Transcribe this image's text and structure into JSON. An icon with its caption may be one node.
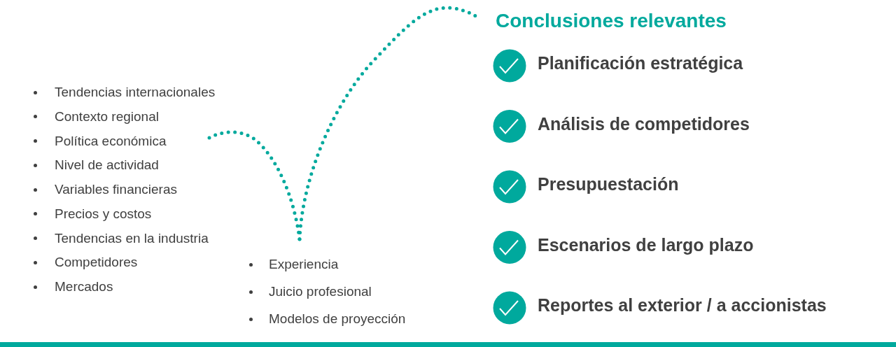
{
  "diagram": {
    "title": "Conclusiones relevantes",
    "labels": [
      "Tendencias internacionales",
      "Contexto regional",
      "Política económica",
      "Nivel de actividad",
      "Variables financieras",
      "Precios y costos",
      "Tendencias en la industria",
      "Competidores",
      "Mercados",
      "Experiencia",
      "Juicio profesional",
      "Modelos de proyección",
      "Planificación estratégica",
      "Análisis de competidores",
      "Presupuestación",
      "Escenarios de largo plazo",
      "Reportes al exterior / a accionistas"
    ]
  }
}
